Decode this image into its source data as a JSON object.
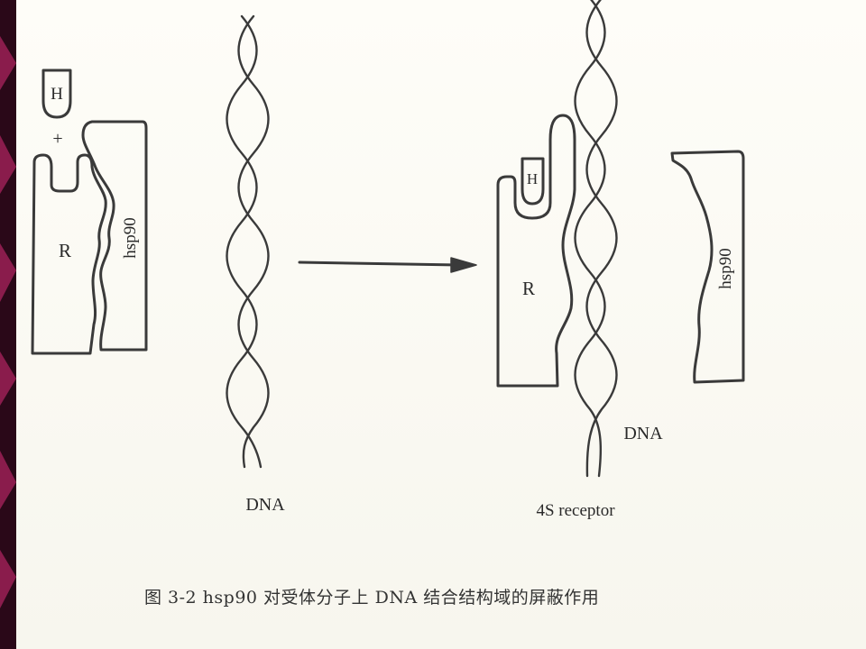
{
  "diagram": {
    "left_panel": {
      "hormone_label": "H",
      "plus_sign": "+",
      "receptor_label": "R",
      "hsp_label": "hsp90"
    },
    "center_panel": {
      "dna_label": "DNA"
    },
    "right_panel": {
      "hormone_label": "H",
      "receptor_label": "R",
      "hsp_label": "hsp90",
      "dna_label": "DNA",
      "complex_label": "4S receptor"
    },
    "caption": "图 3-2  hsp90 对受体分子上 DNA 结合结构域的屏蔽作用"
  },
  "colors": {
    "ink": "#3a3a3a",
    "border": "#2a0818",
    "border_accent": "#a3225a",
    "paper": "#fbf9f3"
  }
}
